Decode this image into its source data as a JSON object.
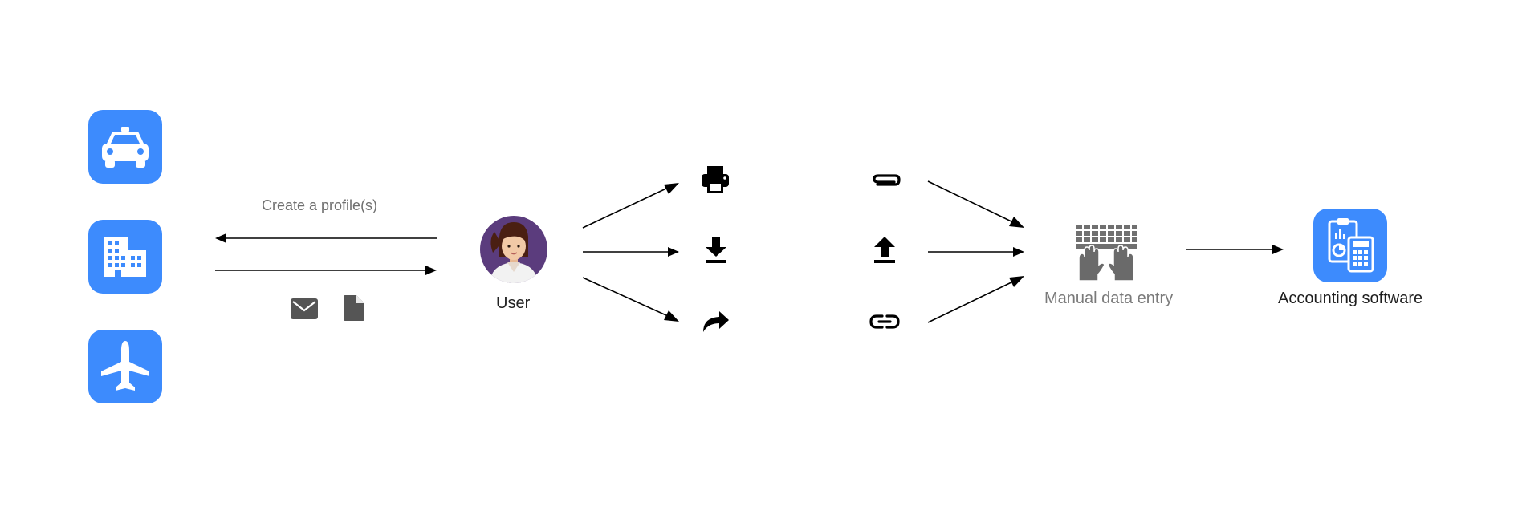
{
  "colors": {
    "tile": "#3d8bfd",
    "arrow": "#000000",
    "icon_gray": "#555555",
    "avatar_bg": "#5b3c7d"
  },
  "labels": {
    "create_profile": "Create a profile(s)",
    "user": "User",
    "manual_entry": "Manual data entry",
    "accounting": "Accounting software"
  },
  "icons": {
    "sources": [
      "taxi-icon",
      "building-icon",
      "airplane-icon"
    ],
    "attachments_sent": [
      "envelope-icon",
      "document-icon"
    ],
    "user_actions": [
      "printer-icon",
      "download-icon",
      "share-icon"
    ],
    "inputs": [
      "paperclip-icon",
      "upload-icon",
      "link-icon"
    ],
    "manual": "keyboard-hands-icon",
    "accounting": "accounting-software-icon"
  }
}
